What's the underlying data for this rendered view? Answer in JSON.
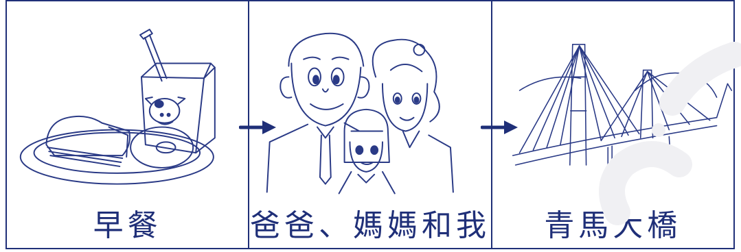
{
  "panels": [
    {
      "caption": "早餐",
      "icon": "breakfast-illustration"
    },
    {
      "caption": "爸爸、媽媽和我",
      "icon": "family-illustration"
    },
    {
      "caption": "青馬大橋",
      "icon": "tsing-ma-bridge-illustration"
    }
  ],
  "colors": {
    "ink": "#1f2f78",
    "watermark": "#f0f0f3"
  },
  "arrow_icon": "right-arrow-icon"
}
